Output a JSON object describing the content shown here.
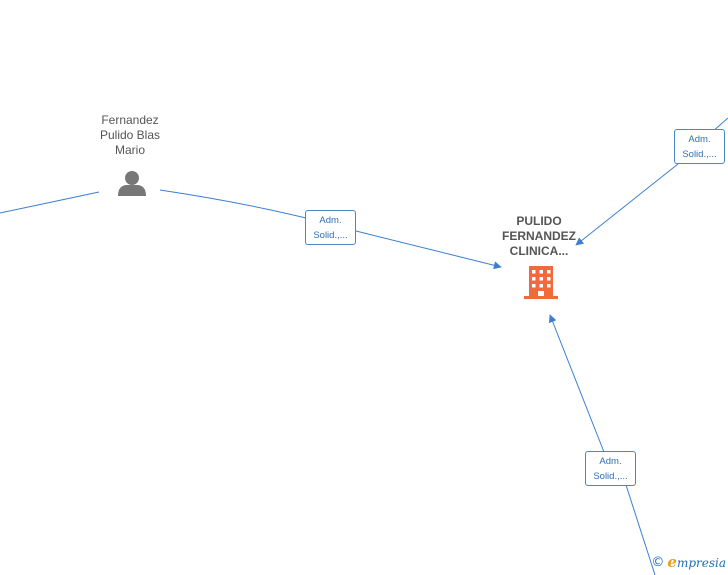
{
  "company": {
    "name_lines": [
      "PULIDO",
      "FERNANDEZ",
      "CLINICA..."
    ],
    "icon": "building-icon",
    "color": "#f26a3b"
  },
  "person": {
    "name_lines": [
      "Fernandez",
      "Pulido Blas",
      "Mario"
    ],
    "icon": "person-icon",
    "color": "#777777"
  },
  "edges": [
    {
      "label_lines": [
        "Adm.",
        "Solid.,..."
      ]
    },
    {
      "label_lines": [
        "Adm.",
        "Solid.,..."
      ]
    },
    {
      "label_lines": [
        "Adm.",
        "Solid.,..."
      ]
    }
  ],
  "colors": {
    "edge": "#3b7fd0",
    "label_text": "#2f6db5"
  },
  "brand": {
    "copyright": "©",
    "initial": "e",
    "rest": "mpresia"
  }
}
